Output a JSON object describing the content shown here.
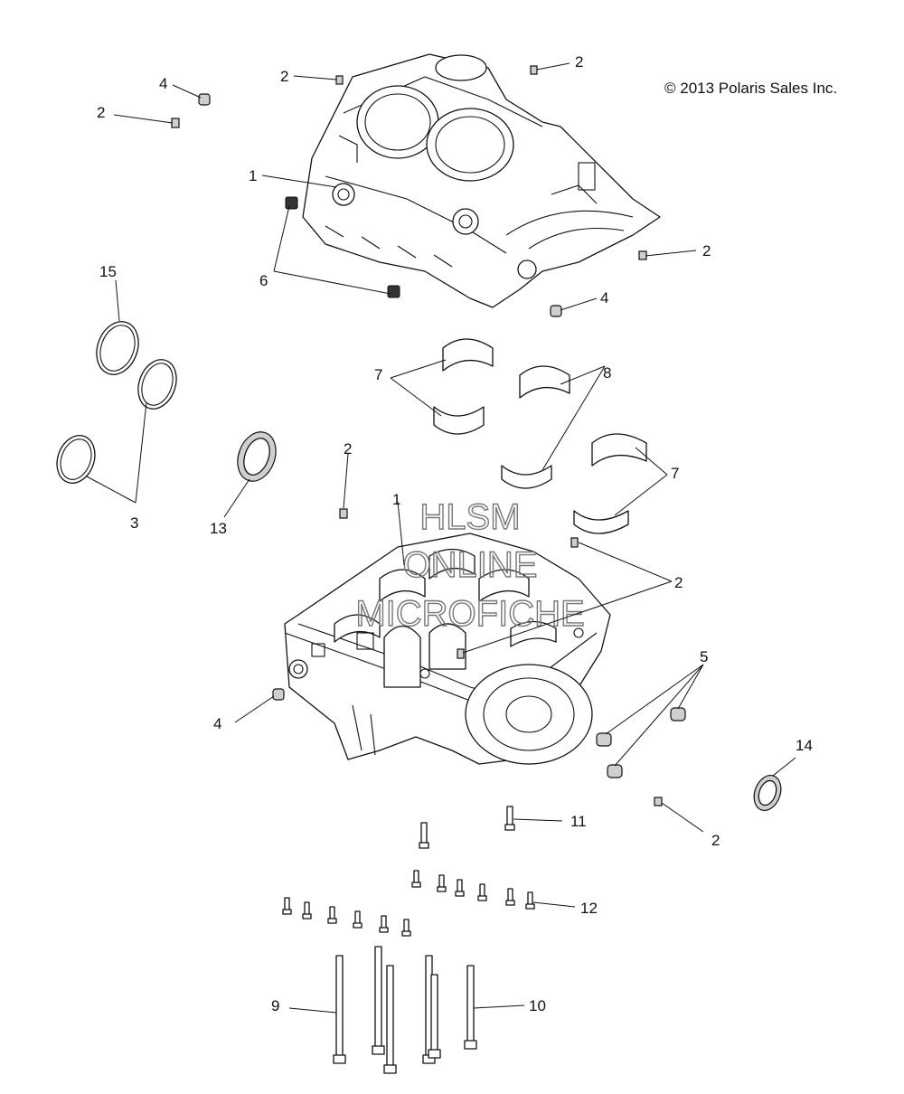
{
  "copyright": "© 2013 Polaris Sales Inc.",
  "watermark": [
    "HLSM",
    "ONLINE",
    "MICROFICHE"
  ],
  "callouts": {
    "c1a": "1",
    "c1b": "1",
    "c2a": "2",
    "c2b": "2",
    "c2c": "2",
    "c2d": "2",
    "c2e": "2",
    "c2f": "2",
    "c2g": "2",
    "c3": "3",
    "c4a": "4",
    "c4b": "4",
    "c4c": "4",
    "c5": "5",
    "c6": "6",
    "c7a": "7",
    "c7b": "7",
    "c8": "8",
    "c9": "9",
    "c10": "10",
    "c11": "11",
    "c12": "12",
    "c13": "13",
    "c14": "14",
    "c15": "15"
  }
}
